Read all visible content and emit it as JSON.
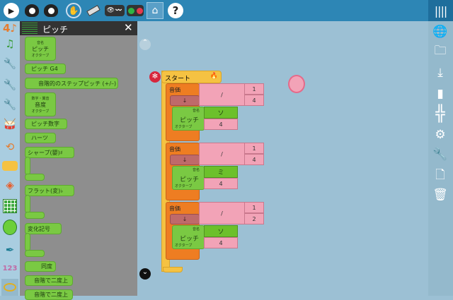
{
  "toolbar": {
    "icons": [
      "play-icon",
      "run-slow-icon",
      "run-step-icon",
      "stop-hand-icon",
      "eraser-icon",
      "hide-blocks-icon",
      "collapse-blocks-icon",
      "home-icon",
      "help-icon",
      "menu-icon"
    ],
    "help": "?"
  },
  "palette_categories": [
    "rhythm",
    "pitch",
    "tone",
    "effects",
    "drum",
    "flow",
    "action",
    "boxes",
    "widgets",
    "mouse",
    "pen",
    "number",
    "boolean"
  ],
  "palette": {
    "title": "ピッチ",
    "close": "✕",
    "blocks": [
      {
        "top": "音名",
        "main": "ピッチ",
        "bottom": "オクターブ"
      },
      {
        "main": "ピッチ G4"
      },
      {
        "main": "音階的のステップピッチ (+/–)"
      },
      {
        "top": "数字・翼音",
        "main": "音度",
        "bottom": "オクターブ"
      },
      {
        "main": "ピッチ数字"
      },
      {
        "main": "ハーツ"
      },
      {
        "main": "シャープ(嬰)♯"
      },
      {
        "main": "フラット(変)♭"
      },
      {
        "main": "変化記号"
      },
      {
        "main": "同度"
      },
      {
        "main": "音階で二度上"
      },
      {
        "main": "音階で二度上"
      }
    ]
  },
  "program": {
    "start_label": "スタート",
    "notes": [
      {
        "value_label": "音価",
        "num": "1",
        "den": "4",
        "pitch_name_label": "音名",
        "pitch_label": "ピッチ",
        "octave_label": "オクターブ",
        "pitch": "ソ",
        "octave": "4",
        "divide": "/",
        "arrow": "↓"
      },
      {
        "value_label": "音価",
        "num": "1",
        "den": "4",
        "pitch_name_label": "音名",
        "pitch_label": "ピッチ",
        "octave_label": "オクターブ",
        "pitch": "ミ",
        "octave": "4",
        "divide": "/",
        "arrow": "↓"
      },
      {
        "value_label": "音価",
        "num": "1",
        "den": "2",
        "pitch_name_label": "音名",
        "pitch_label": "ピッチ",
        "octave_label": "オクターブ",
        "pitch": "ソ",
        "octave": "4",
        "divide": "/",
        "arrow": "↓"
      }
    ]
  },
  "right_toolbar": [
    "planet-icon",
    "open-folder-icon",
    "save-icon",
    "load-plugin-icon",
    "grid-icon",
    "settings-icon",
    "wrench-icon",
    "new-project-icon",
    "restore-trash-icon"
  ],
  "scroll": {
    "up": "⌃",
    "down": "⌄"
  }
}
